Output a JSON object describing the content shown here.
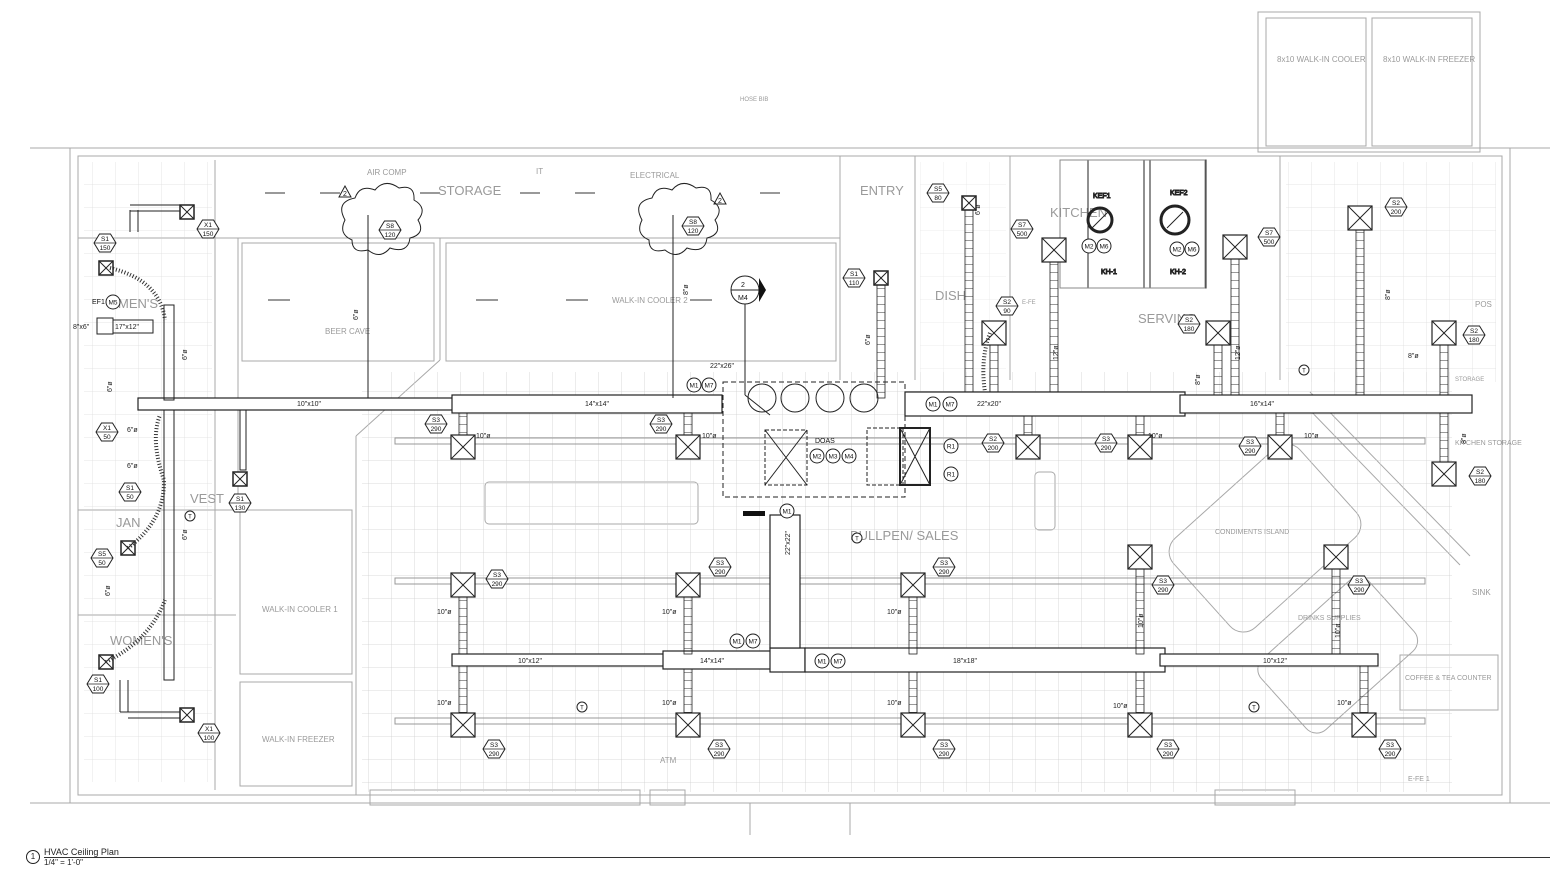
{
  "drawing": {
    "title": "HVAC Ceiling Plan",
    "scale": "1/4\" = 1'-0\"",
    "view_number": "1"
  },
  "rooms": {
    "storage": "STORAGE",
    "it": "IT",
    "electrical": "ELECTRICAL",
    "air_comp": "AIR COMP",
    "hose_bib": "HOSE BIB",
    "beer_cave": "BEER CAVE",
    "walkin_cooler_2": "WALK-IN COOLER 2",
    "rear_entry": "ENTRY",
    "kitchen": "KITCHEN",
    "dish": "DISH",
    "serving": "SERVING",
    "walkin_cooler_top": "8x10 WALK-IN COOLER",
    "walkin_freezer_top": "8x10 WALK-IN FREEZER",
    "mens": "MEN'S",
    "jan": "JAN",
    "vest": "VEST",
    "womens": "WOMEN'S",
    "walkin_cooler_1": "WALK-IN COOLER 1",
    "walkin_freezer": "WALK-IN FREEZER",
    "bullpen": "BULLPEN/ SALES",
    "condiments": "CONDIMENTS ISLAND",
    "drinks": "DRINKS SUPPLIES",
    "coffee": "COFFEE & TEA COUNTER",
    "pos": "POS",
    "storage_right": "STORAGE",
    "kitchen_storage": "KITCHEN STORAGE",
    "sink": "SINK",
    "atm": "ATM",
    "efe1": "E-FE 1",
    "efe_top": "E-FE"
  },
  "ducts": {
    "main_top_1": "10\"x10\"",
    "main_top_2": "14\"x14\"",
    "main_top_3": "22\"x20\"",
    "main_top_4": "16\"x14\"",
    "riser": "22\"x26\"",
    "drop": "22\"x22\"",
    "main_bot_1": "10\"x12\"",
    "main_bot_2": "14\"x14\"",
    "main_bot_3": "18\"x18\"",
    "main_bot_4": "10\"x12\"",
    "ef_duct_1": "8\"x6\"",
    "ef_duct_2": "17\"x12\"",
    "d6": "6\"ø",
    "d8": "8\"ø",
    "d10": "10\"ø",
    "d12": "12\"ø"
  },
  "equipment": {
    "doas": "DOAS",
    "kef1": "KEF1",
    "kef2": "KEF2",
    "kh1": "KH-1",
    "kh2": "KH-2",
    "ef1": "EF1",
    "thermostat": "T"
  },
  "tags": {
    "s1": "S1",
    "s2": "S2",
    "s3": "S3",
    "s5": "S5",
    "s7": "S7",
    "s8": "S8",
    "x1": "X1",
    "r1": "R1",
    "m1": "M1",
    "m2": "M2",
    "m3": "M3",
    "m4": "M4",
    "m5": "M5",
    "m6": "M6",
    "m7": "M7",
    "c2": "2",
    "v50": "50",
    "v80": "80",
    "v90": "90",
    "v100": "100",
    "v110": "110",
    "v120": "120",
    "v130": "130",
    "v150": "150",
    "v180": "180",
    "v200": "200",
    "v290": "290",
    "v500": "500",
    "rev": "2"
  },
  "colors": {
    "line": "#222222",
    "light": "#a8a8a8",
    "grid": "#c8c8c8"
  }
}
